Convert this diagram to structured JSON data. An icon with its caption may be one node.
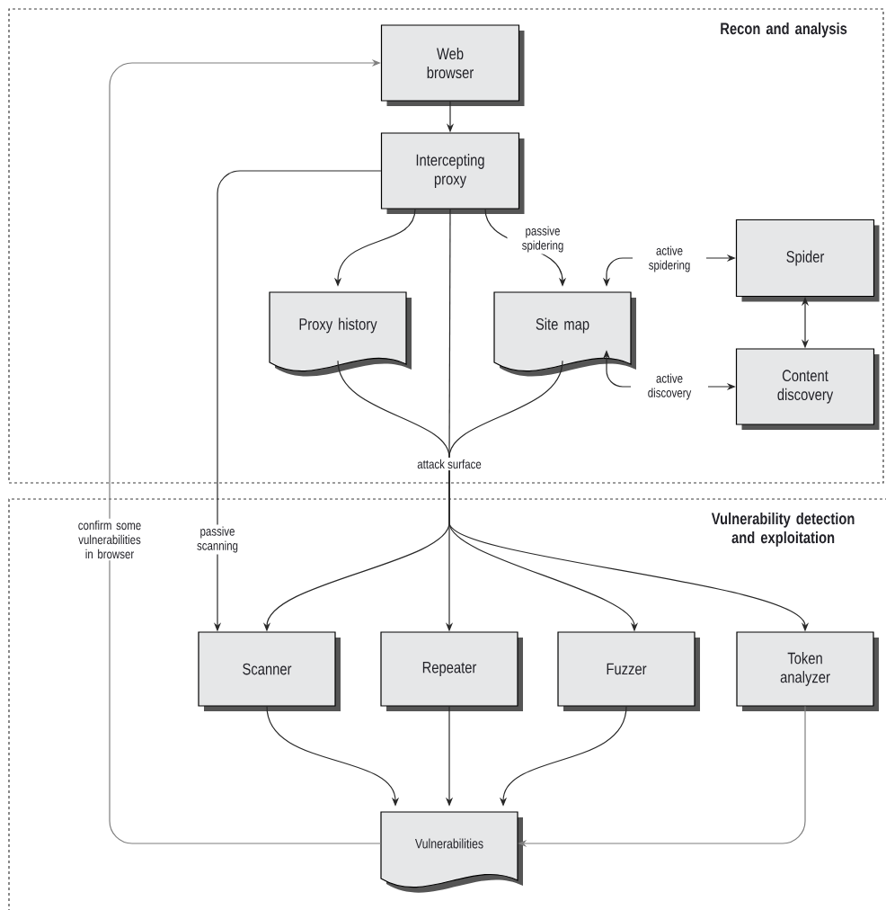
{
  "diagram": {
    "nodes": [
      {
        "text": [
          "Recon and analysis"
        ]
      },
      {
        "text": [
          "Web browser"
        ],
        "in": 0
      },
      {
        "text": [
          "Intercepting proxy"
        ],
        "in": 0
      },
      {
        "text": [
          "Proxy history"
        ],
        "in": 0
      },
      {
        "text": [
          "Site map"
        ],
        "in": 0
      },
      {
        "text": [
          "Spider"
        ],
        "in": 0
      },
      {
        "text": [
          "Content discovery"
        ],
        "in": 0
      },
      {
        "text": [
          "attack surface"
        ],
        "in": 0
      },
      {
        "text": [
          "Vulnerability detection and exploitation"
        ]
      },
      {
        "text": [
          "Scanner"
        ],
        "in": 8
      },
      {
        "text": [
          "Repeater"
        ],
        "in": 8
      },
      {
        "text": [
          "Fuzzer"
        ],
        "in": 8
      },
      {
        "text": [
          "Token analyzer"
        ],
        "in": 8
      },
      {
        "text": [
          "Vulnerabilities"
        ],
        "in": 8
      }
    ],
    "edges": [
      {
        "from": 1,
        "to": 2,
        "arrow": "to"
      },
      {
        "from": 2,
        "to": 3,
        "arrow": "to"
      },
      {
        "from": 2,
        "to": 4,
        "arrow": "to",
        "label": "passive spidering"
      },
      {
        "from": 2,
        "to": 7,
        "arrow": "none"
      },
      {
        "from": 3,
        "to": 7,
        "arrow": "none"
      },
      {
        "from": 4,
        "to": 7,
        "arrow": "none"
      },
      {
        "from": 4,
        "to": 5,
        "arrow": "both",
        "label": "active spidering"
      },
      {
        "from": 4,
        "to": 6,
        "arrow": "both",
        "label": "active discovery"
      },
      {
        "from": 5,
        "to": 6,
        "arrow": "both"
      },
      {
        "from": 2,
        "to": 9,
        "arrow": "to",
        "label": "passive scanning"
      },
      {
        "from": 7,
        "to": 9,
        "arrow": "to"
      },
      {
        "from": 7,
        "to": 10,
        "arrow": "to"
      },
      {
        "from": 7,
        "to": 11,
        "arrow": "to"
      },
      {
        "from": 7,
        "to": 12,
        "arrow": "to"
      },
      {
        "from": 9,
        "to": 13,
        "arrow": "to"
      },
      {
        "from": 10,
        "to": 13,
        "arrow": "to"
      },
      {
        "from": 11,
        "to": 13,
        "arrow": "to"
      },
      {
        "from": 12,
        "to": 13,
        "arrow": "to",
        "color": "#7f7f7f"
      },
      {
        "from": 13,
        "to": 1,
        "arrow": "to",
        "label": "confirm some vulnerabilities in browser",
        "color": "#7f7f7f"
      }
    ]
  }
}
